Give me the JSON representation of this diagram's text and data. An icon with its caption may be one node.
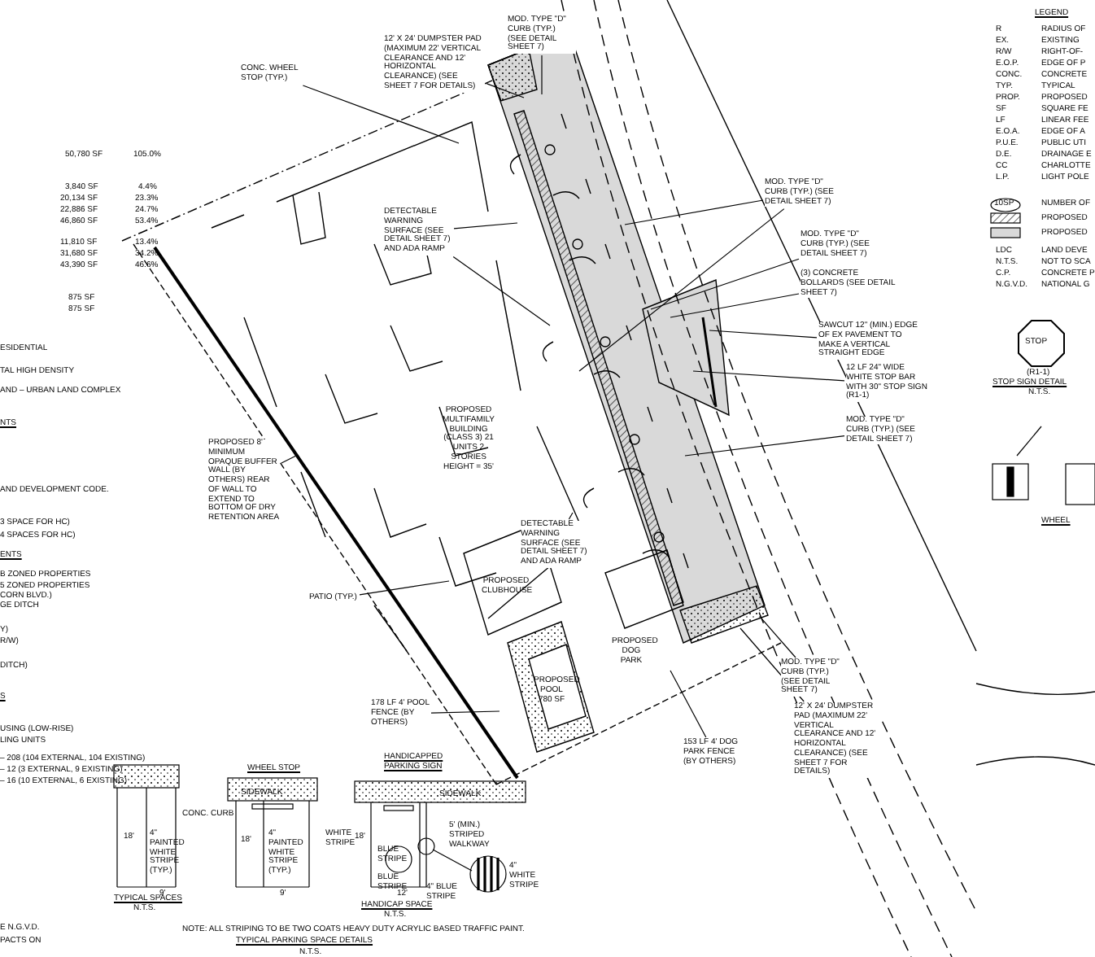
{
  "diagram": {
    "nodes": [
      {
        "text": [
          "CONC. WHEEL STOP (TYP.)"
        ]
      },
      {
        "text": [
          "12' X 24' DUMPSTER PAD (MAXIMUM 22' VERTICAL CLEARANCE AND 12' HORIZONTAL CLEARANCE) (SEE SHEET 7 FOR DETAILS)"
        ]
      },
      {
        "text": [
          "MOD. TYPE \"D\" CURB (TYP.) (SEE DETAIL SHEET 7)"
        ]
      },
      {
        "text": [
          "DETECTABLE WARNING SURFACE (SEE DETAIL SHEET 7) AND ADA RAMP"
        ]
      },
      {
        "text": [
          "MOD. TYPE \"D\" CURB (TYP.) (SEE DETAIL SHEET 7)"
        ]
      },
      {
        "text": [
          "MOD. TYPE \"D\" CURB (TYP.) (SEE DETAIL SHEET 7)"
        ]
      },
      {
        "text": [
          "(3) CONCRETE BOLLARDS (SEE DETAIL SHEET 7)"
        ]
      },
      {
        "text": [
          "SAWCUT 12\" (MIN.) EDGE OF EX PAVEMENT TO MAKE A VERTICAL STRAIGHT EDGE"
        ]
      },
      {
        "text": [
          "12 LF 24\" WIDE WHITE STOP BAR WITH 30\" STOP SIGN (R1-1)"
        ]
      },
      {
        "text": [
          "MOD. TYPE \"D\" CURB (TYP.) (SEE DETAIL SHEET 7)"
        ]
      },
      {
        "text": [
          "PROPOSED 8' MINIMUM OPAQUE BUFFER WALL (BY OTHERS) REAR OF WALL TO EXTEND TO BOTTOM OF DRY RETENTION AREA"
        ]
      },
      {
        "text": [
          "DETECTABLE WARNING SURFACE (SEE DETAIL SHEET 7) AND ADA RAMP"
        ]
      },
      {
        "text": [
          "PATIO (TYP.)"
        ]
      },
      {
        "text": [
          "178 LF 4' POOL FENCE (BY OTHERS)"
        ]
      },
      {
        "text": [
          "153 LF 4' DOG PARK FENCE (BY OTHERS)"
        ]
      },
      {
        "text": [
          "MOD. TYPE \"D\" CURB (TYP.) (SEE DETAIL SHEET 7)"
        ]
      },
      {
        "text": [
          "12' X 24' DUMPSTER PAD (MAXIMUM 22' VERTICAL CLEARANCE AND 12' HORIZONTAL CLEARANCE) (SEE SHEET 7 FOR DETAILS)"
        ]
      }
    ],
    "edges": [
      {
        "from": 0,
        "to": null,
        "arrow": "none"
      },
      {
        "from": 1,
        "to": null,
        "arrow": "none"
      },
      {
        "from": 2,
        "to": null,
        "arrow": "none"
      },
      {
        "from": 3,
        "to": null,
        "arrow": "none"
      },
      {
        "from": 3,
        "to": null,
        "arrow": "none"
      },
      {
        "from": 4,
        "to": null,
        "arrow": "none"
      },
      {
        "from": 4,
        "to": null,
        "arrow": "none"
      },
      {
        "from": 5,
        "to": null,
        "arrow": "none"
      },
      {
        "from": 6,
        "to": null,
        "arrow": "none"
      },
      {
        "from": 7,
        "to": null,
        "arrow": "none"
      },
      {
        "from": 8,
        "to": null,
        "arrow": "none"
      },
      {
        "from": 9,
        "to": null,
        "arrow": "none"
      },
      {
        "from": 10,
        "to": null,
        "arrow": "none"
      },
      {
        "from": 11,
        "to": null,
        "arrow": "none"
      },
      {
        "from": 12,
        "to": null,
        "arrow": "none"
      },
      {
        "from": 13,
        "to": null,
        "arrow": "none"
      },
      {
        "from": 14,
        "to": null,
        "arrow": "none"
      },
      {
        "from": 15,
        "to": null,
        "arrow": "none"
      },
      {
        "from": 16,
        "to": null,
        "arrow": "none"
      }
    ],
    "labels": [
      "50,780 SF",
      "105.0%",
      "3,840 SF",
      "4.4%",
      "20,134 SF",
      "23.3%",
      "22,886 SF",
      "24.7%",
      "46,860 SF",
      "53.4%",
      "11,810 SF",
      "13.4%",
      "31,680 SF",
      "34.2%",
      "43,390 SF",
      "46.6%",
      "875 SF",
      "875 SF",
      "ESIDENTIAL",
      "TAL HIGH DENSITY",
      "AND – URBAN LAND COMPLEX",
      "NTS",
      "AND DEVELOPMENT CODE.",
      "3 SPACE FOR HC)",
      "4 SPACES FOR HC)",
      "ENTS",
      "B ZONED PROPERTIES",
      "5 ZONED PROPERTIES",
      "CORN BLVD.)",
      "GE DITCH",
      "Y)",
      "R/W)",
      "DITCH)",
      "S",
      "USING (LOW-RISE)",
      "LING UNITS",
      "– 208 (104 EXTERNAL, 104 EXISTING)",
      "– 12 (3 EXTERNAL, 9 EXISTING)",
      "– 16 (10 EXTERNAL, 6 EXISTING)",
      "E N.G.V.D.",
      "PACTS ON",
      "LEGEND",
      "R",
      "RADIUS OF",
      "EX.",
      "EXISTING",
      "R/W",
      "RIGHT-OF-",
      "E.O.P.",
      "EDGE OF P",
      "CONC.",
      "CONCRETE",
      "TYP.",
      "TYPICAL",
      "PROP.",
      "PROPOSED",
      "SF",
      "SQUARE FE",
      "LF",
      "LINEAR FEE",
      "E.O.A.",
      "EDGE OF A",
      "P.U.E.",
      "PUBLIC UTI",
      "D.E.",
      "DRAINAGE E",
      "CC",
      "CHARLOTTE",
      "L.P.",
      "LIGHT POLE",
      "10SP",
      "NUMBER OF",
      "PROPOSED",
      "PROPOSED",
      "LDC",
      "LAND DEVE",
      "N.T.S.",
      "NOT TO SCA",
      "C.P.",
      "CONCRETE P",
      "N.G.V.D.",
      "NATIONAL G",
      "STOP",
      "(R1-1)",
      "STOP SIGN DETAIL",
      "N.T.S.",
      "WHEEL",
      "PROPOSED MULTIFAMILY BUILDING (CLASS 3) 21 UNITS 2 STORIES HEIGHT = 35'",
      "PROPOSED CLUBHOUSE",
      "PROPOSED POOL 780 SF",
      "PROPOSED DOG PARK",
      "CONC. CURB",
      "18'",
      "4\" PAINTED WHITE STRIPE (TYP.)",
      "9'",
      "TYPICAL SPACES",
      "N.T.S.",
      "WHEEL STOP",
      "SIDEWALK",
      "18'",
      "4\" PAINTED WHITE STRIPE (TYP.)",
      "9'",
      "HANDICAPPED PARKING SIGN",
      "SIDEWALK",
      "WHITE STRIPE",
      "18'",
      "BLUE STRIPE",
      "BLUE STRIPE",
      "5' (MIN.) STRIPED WALKWAY",
      "12'",
      "4\" BLUE STRIPE",
      "4\" WHITE STRIPE",
      "HANDICAP SPACE",
      "N.T.S.",
      "NOTE: ALL STRIPING TO BE TWO COATS HEAVY DUTY ACRYLIC BASED TRAFFIC PAINT.",
      "TYPICAL PARKING SPACE DETAILS",
      "N.T.S."
    ]
  }
}
